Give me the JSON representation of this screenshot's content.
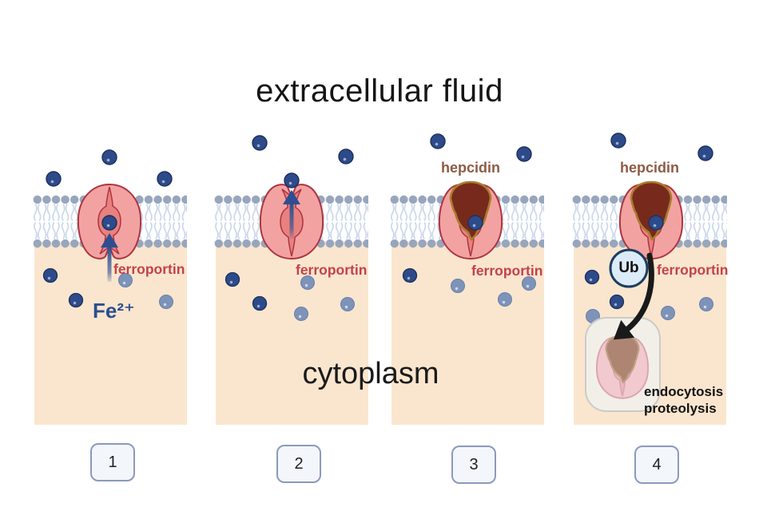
{
  "title": "extracellular fluid",
  "cytoplasm_label": "cytoplasm",
  "labels": {
    "ferroportin": "ferroportin",
    "hepcidin": "hepcidin",
    "fe_ion": "Fe²⁺",
    "ub": "Ub",
    "endocytosis": "endocytosis",
    "proteolysis": "proteolysis"
  },
  "steps": [
    {
      "number": "1"
    },
    {
      "number": "2"
    },
    {
      "number": "3"
    },
    {
      "number": "4"
    }
  ],
  "colors": {
    "background": "#ffffff",
    "cytoplasm_bg": "#fae6ce",
    "membrane_head": "#98a6bd",
    "membrane_tail": "#c9d7ea",
    "ferroportin_fill": "#f2a3a1",
    "ferroportin_channel": "#e8817f",
    "ferroportin_outline": "#ad3440",
    "ferroportin_label": "#c4414c",
    "hepcidin_fill": "#772a1c",
    "hepcidin_outline": "#aa7c2e",
    "hepcidin_label": "#8e5b45",
    "iron_dark": "#2d4a8b",
    "iron_light": "#7e93b9",
    "fe_label": "#2b4e90",
    "arrow_blue": "#2d4f91",
    "arrow_black": "#1a1a1a",
    "ub_fill": "#dcebf8",
    "ub_outline": "#1d3d61",
    "vesicle_fill": "#f1efeb",
    "vesicle_outline": "#cbcbc7",
    "step_box_fill": "#f3f6fb",
    "step_box_border": "#8b9abc"
  }
}
